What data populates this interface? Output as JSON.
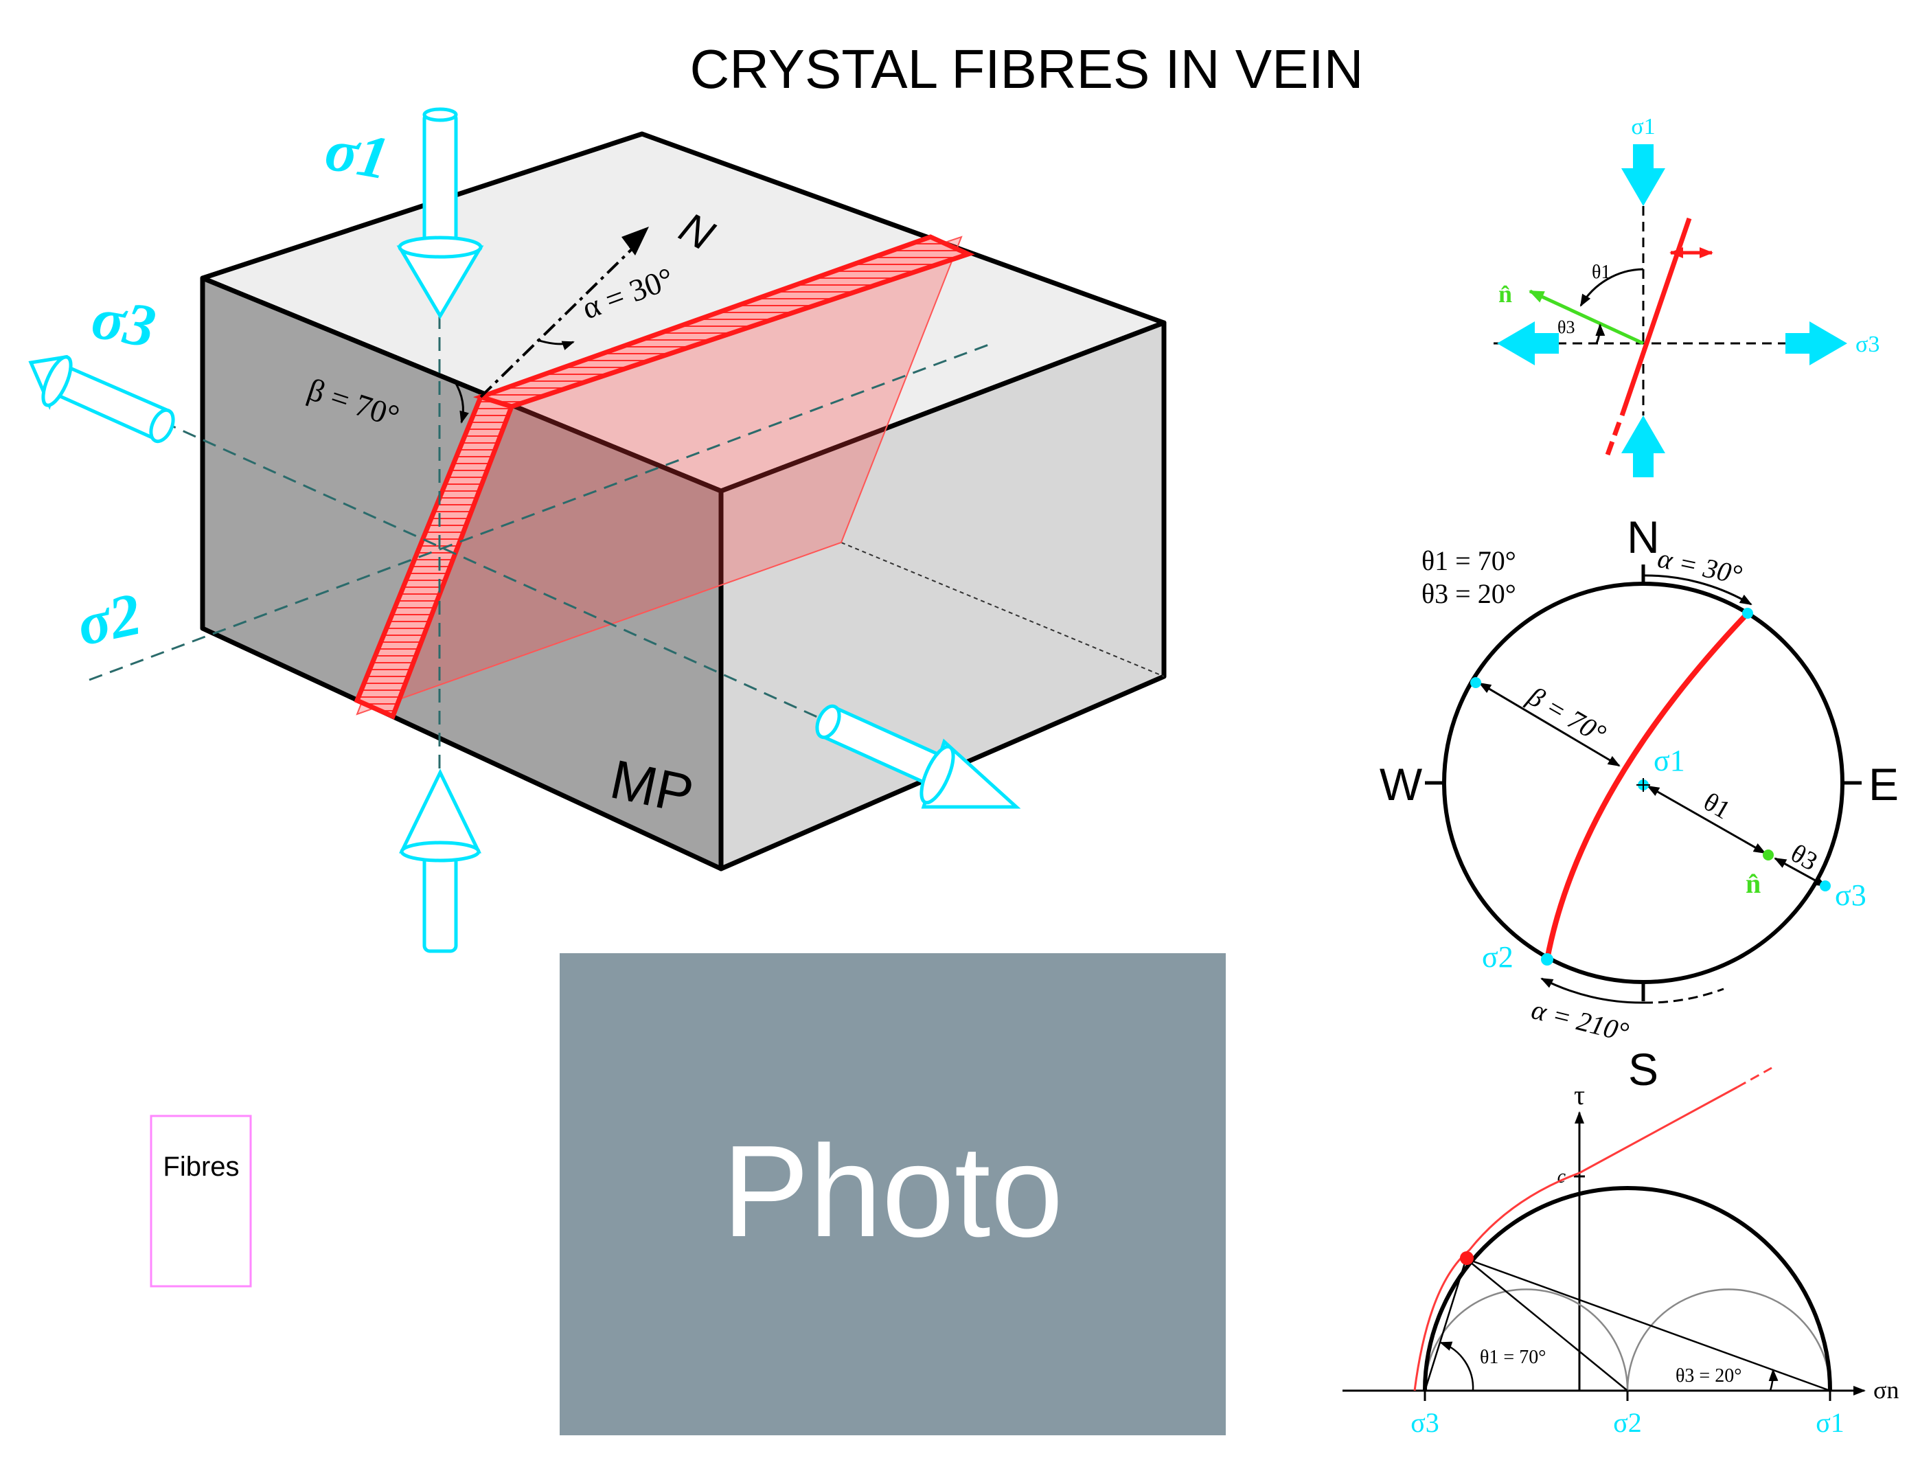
{
  "title": "CRYSTAL FIBRES IN VEIN",
  "block": {
    "sigma1": "σ1",
    "sigma2": "σ2",
    "sigma3": "σ3",
    "north": "N",
    "alpha": "α = 30°",
    "beta": "β = 70°",
    "mp": "MP"
  },
  "fibres_label": "Fibres",
  "photo_label": "Photo",
  "plan": {
    "sigma1": "σ1",
    "sigma3": "σ3",
    "n_hat": "n̂",
    "theta1": "θ1",
    "theta3": "θ3"
  },
  "stereonet": {
    "theta1_value": "θ1 = 70°",
    "theta3_value": "θ3 = 20°",
    "north": "N",
    "south": "S",
    "east": "E",
    "west": "W",
    "alpha_top": "α = 30°",
    "alpha_bottom": "α = 210°",
    "beta": "β = 70°",
    "sigma1": "σ1",
    "sigma2": "σ2",
    "sigma3": "σ3",
    "n_hat": "n̂",
    "theta1": "θ1",
    "theta3": "θ3"
  },
  "mohr": {
    "tau": "τ",
    "c": "c",
    "sigma_n": "σn",
    "theta1": "θ1 = 70°",
    "theta3": "θ3 = 20°",
    "sigma1": "σ1",
    "sigma2": "σ2",
    "sigma3": "σ3"
  },
  "colors": {
    "cyan": "#00e5ff",
    "red": "#ff1a1a",
    "green": "#44dd22",
    "photo": "#8799a3",
    "fibres_box": "#ff88ff",
    "axis_dash": "#2a6b6b"
  }
}
